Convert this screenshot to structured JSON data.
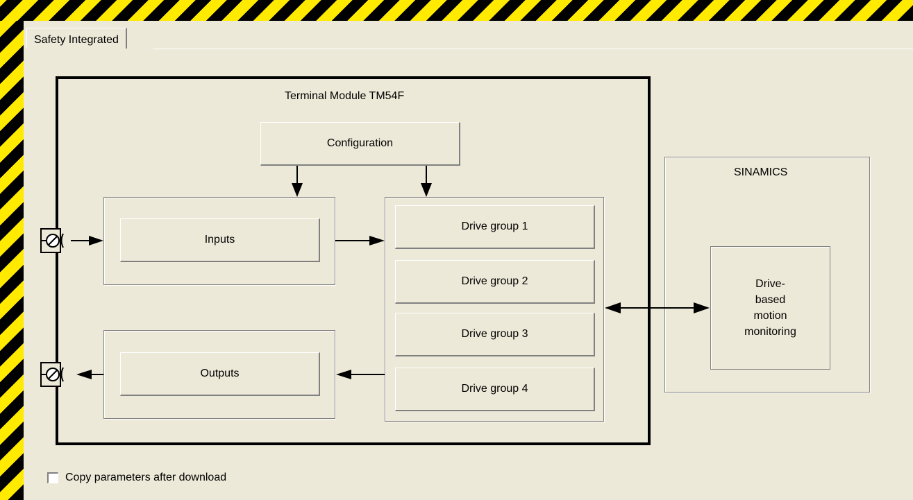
{
  "tab": {
    "label": "Safety Integrated"
  },
  "module": {
    "title": "Terminal Module TM54F"
  },
  "blocks": {
    "configuration": "Configuration",
    "inputs": "Inputs",
    "outputs": "Outputs",
    "drive_groups": [
      "Drive group 1",
      "Drive group 2",
      "Drive group 3",
      "Drive group 4"
    ]
  },
  "sinamics": {
    "title": "SINAMICS",
    "monitoring_lines": [
      "Drive-",
      "based",
      "motion",
      "monitoring"
    ]
  },
  "checkbox": {
    "label": "Copy parameters after download",
    "checked": false
  },
  "colors": {
    "stripe_yellow": "#ffea00",
    "stripe_black": "#000000",
    "background": "#ece9d8"
  }
}
